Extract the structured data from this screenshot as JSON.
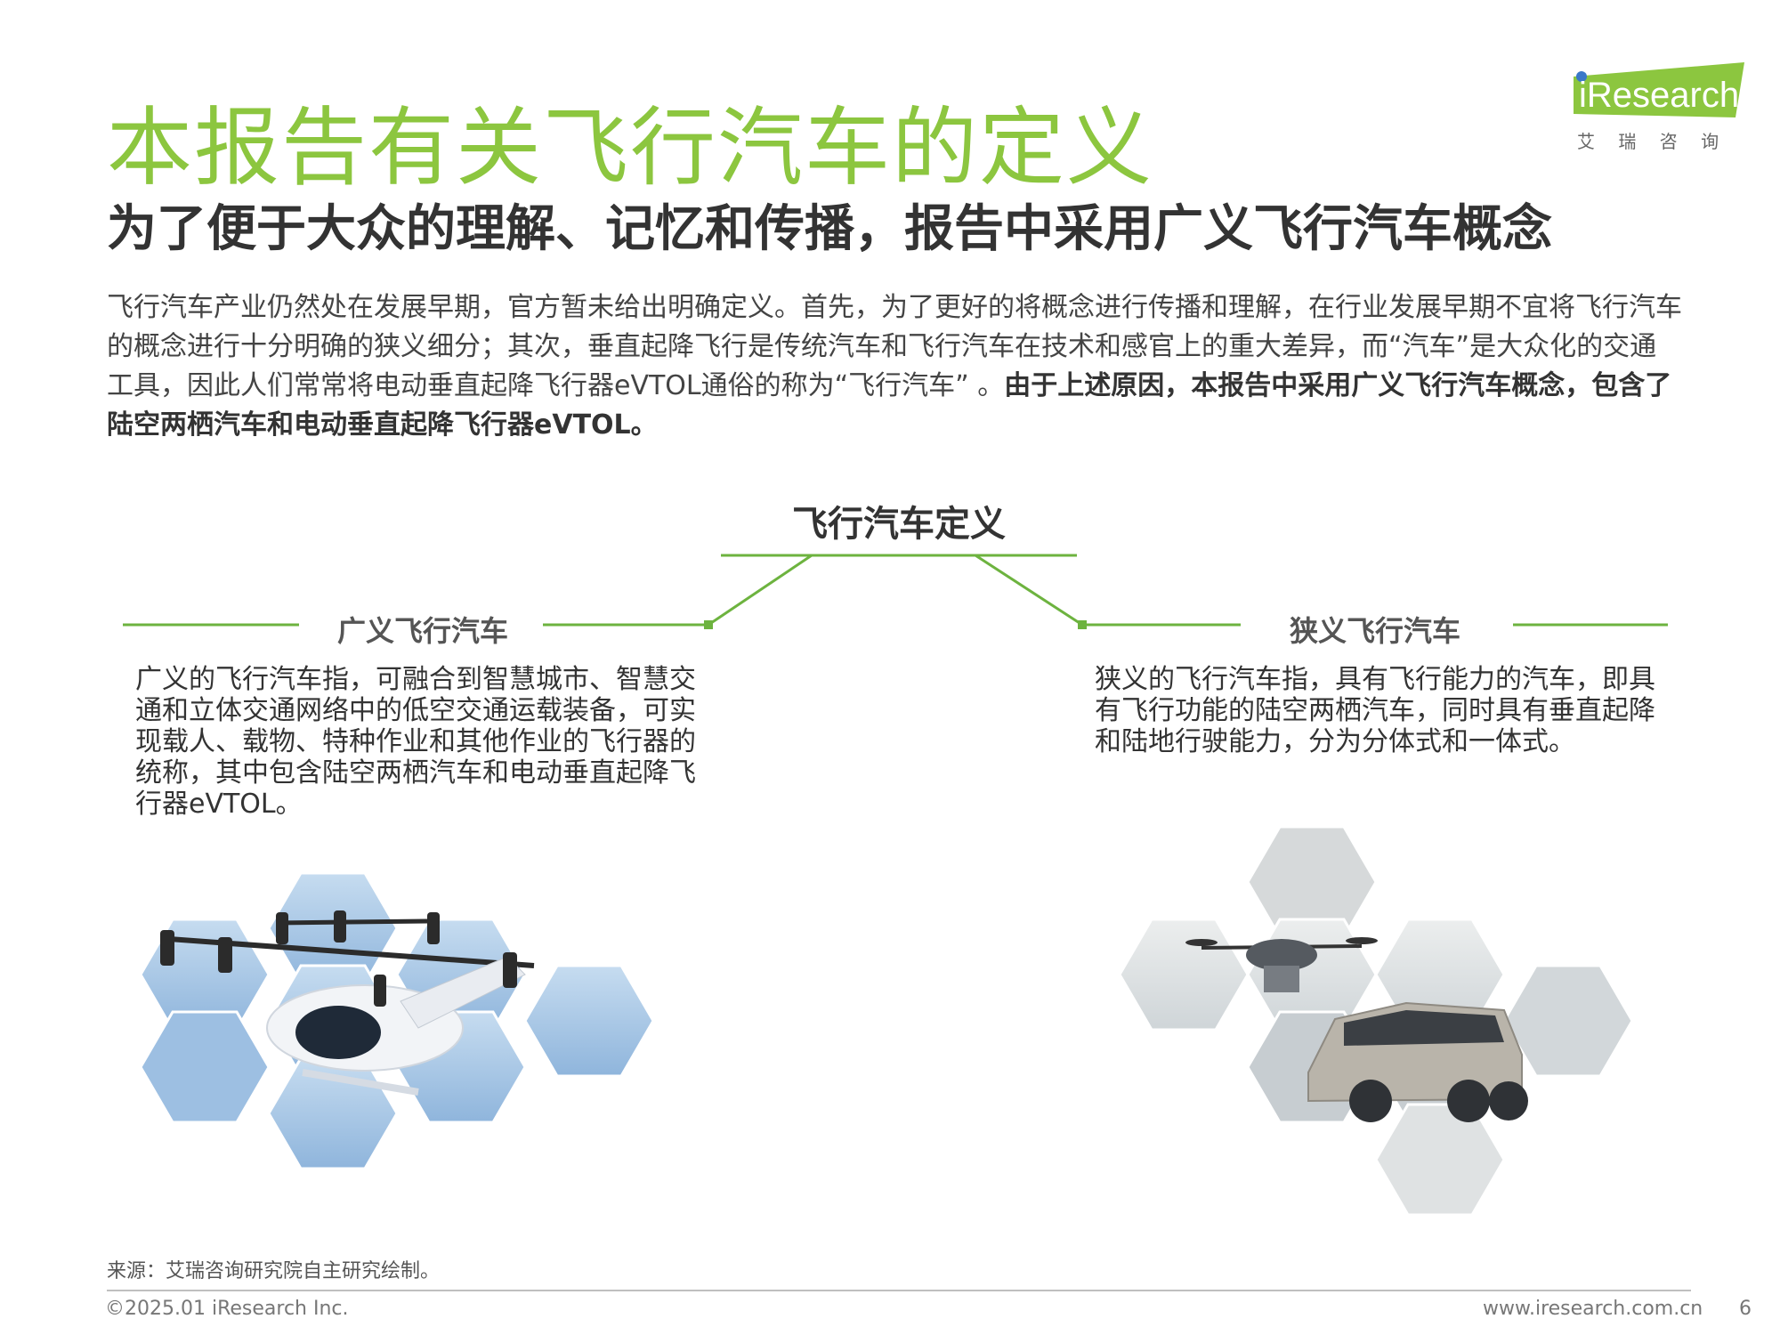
{
  "header": {
    "title": "本报告有关飞行汽车的定义",
    "subtitle": "为了便于大众的理解、记忆和传播，报告中采用广义飞行汽车概念"
  },
  "logo": {
    "brand_text": "iResearch",
    "brand_cn": "艾 瑞 咨 询",
    "brand_color": "#8cc63f"
  },
  "intro": {
    "normal": "飞行汽车产业仍然处在发展早期，官方暂未给出明确定义。首先，为了更好的将概念进行传播和理解，在行业发展早期不宜将飞行汽车的概念进行十分明确的狭义细分；其次，垂直起降飞行是传统汽车和飞行汽车在技术和感官上的重大差异，而“汽车”是大众化的交通工具，因此人们常常将电动垂直起降飞行器eVTOL通俗的称为“飞行汽车” 。",
    "bold": "由于上述原因，本报告中采用广义飞行汽车概念，包含了陆空两栖汽车和电动垂直起降飞行器eVTOL。"
  },
  "diagram": {
    "title": "飞行汽车定义",
    "accent_color": "#6db33f",
    "broad": {
      "title": "广义飞行汽车",
      "description": "广义的飞行汽车指，可融合到智慧城市、智慧交通和立体交通网络中的低空交通运载装备，可实现载人、载物、特种作业和其他作业的飞行器的统称，其中包含陆空两栖汽车和电动垂直起降飞行器eVTOL。",
      "image_icon": "evtol-aircraft-icon"
    },
    "narrow": {
      "title": "狭义飞行汽车",
      "description": "狭义的飞行汽车指，具有飞行能力的汽车，即具有飞行功能的陆空两栖汽车，同时具有垂直起降和陆地行驶能力，分为分体式和一体式。",
      "image_icon": "flying-car-icon"
    }
  },
  "footer": {
    "source": "来源：艾瑞咨询研究院自主研究绘制。",
    "copyright": "©2025.01 iResearch Inc.",
    "website": "www.iresearch.com.cn",
    "page_number": "6"
  }
}
